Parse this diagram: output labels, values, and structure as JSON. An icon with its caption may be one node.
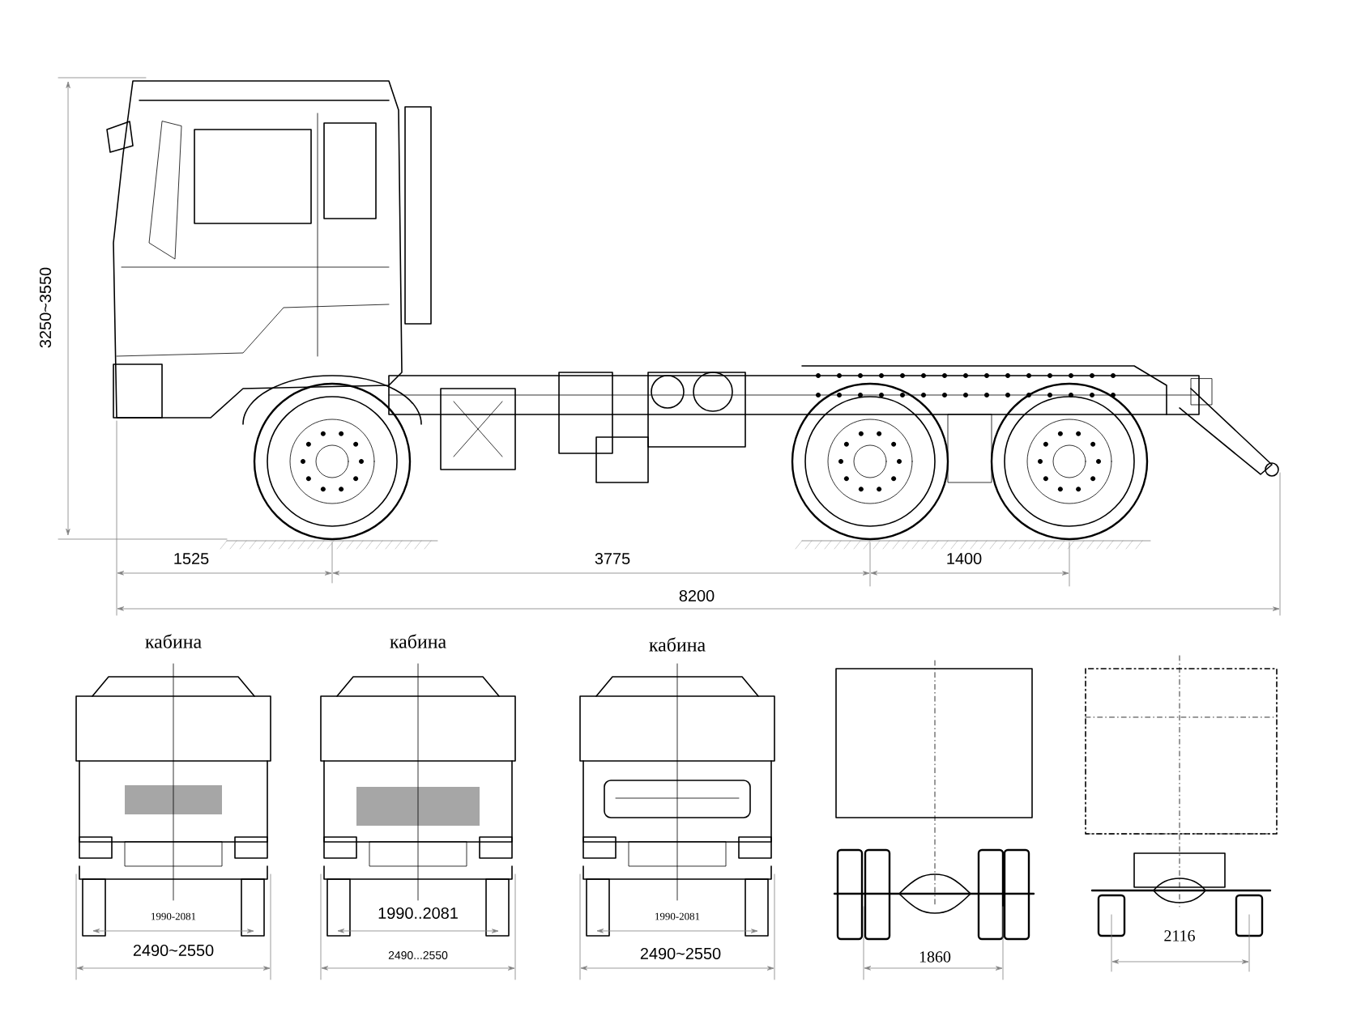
{
  "diagram": {
    "labels": [
      "3250~3550",
      "1525",
      "3775",
      "1400",
      "8200",
      "кабина",
      "кабина",
      "кабина",
      "1990-2081",
      "1990..2081",
      "1990-2081",
      "2490~2550",
      "2490...2550",
      "2490~2550",
      "1860",
      "2116"
    ]
  }
}
